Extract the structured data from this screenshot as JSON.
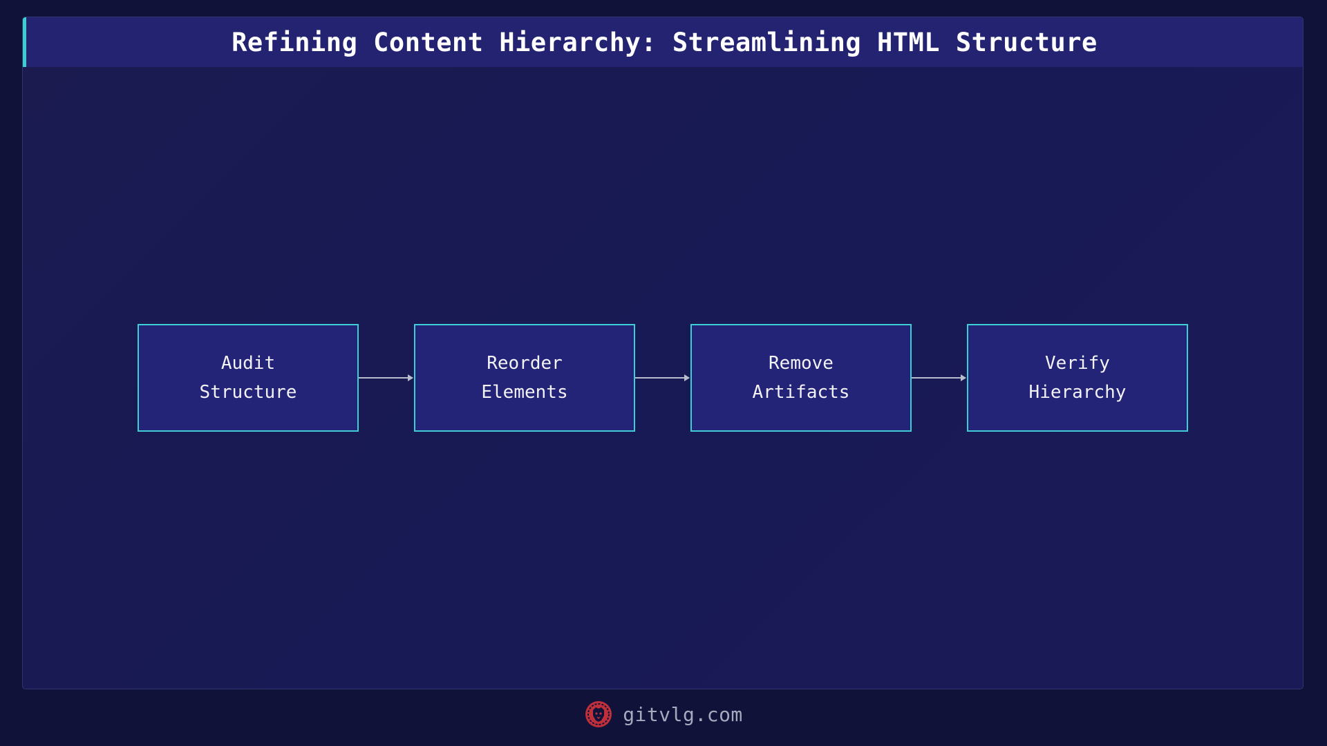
{
  "header": {
    "title": "Refining Content Hierarchy: Streamlining HTML Structure"
  },
  "diagram": {
    "steps": [
      {
        "label": "Audit\nStructure"
      },
      {
        "label": "Reorder\nElements"
      },
      {
        "label": "Remove\nArtifacts"
      },
      {
        "label": "Verify\nHierarchy"
      }
    ]
  },
  "footer": {
    "site": "gitvlg.com",
    "logo_icon": "lion-head-icon"
  },
  "colors": {
    "background": "#11123a",
    "panel": "#1b1b50",
    "title_bar": "#232372",
    "accent": "#3ccfcf",
    "box_fill": "#232378",
    "arrow": "#b8bccd",
    "logo": "#c0303a"
  }
}
